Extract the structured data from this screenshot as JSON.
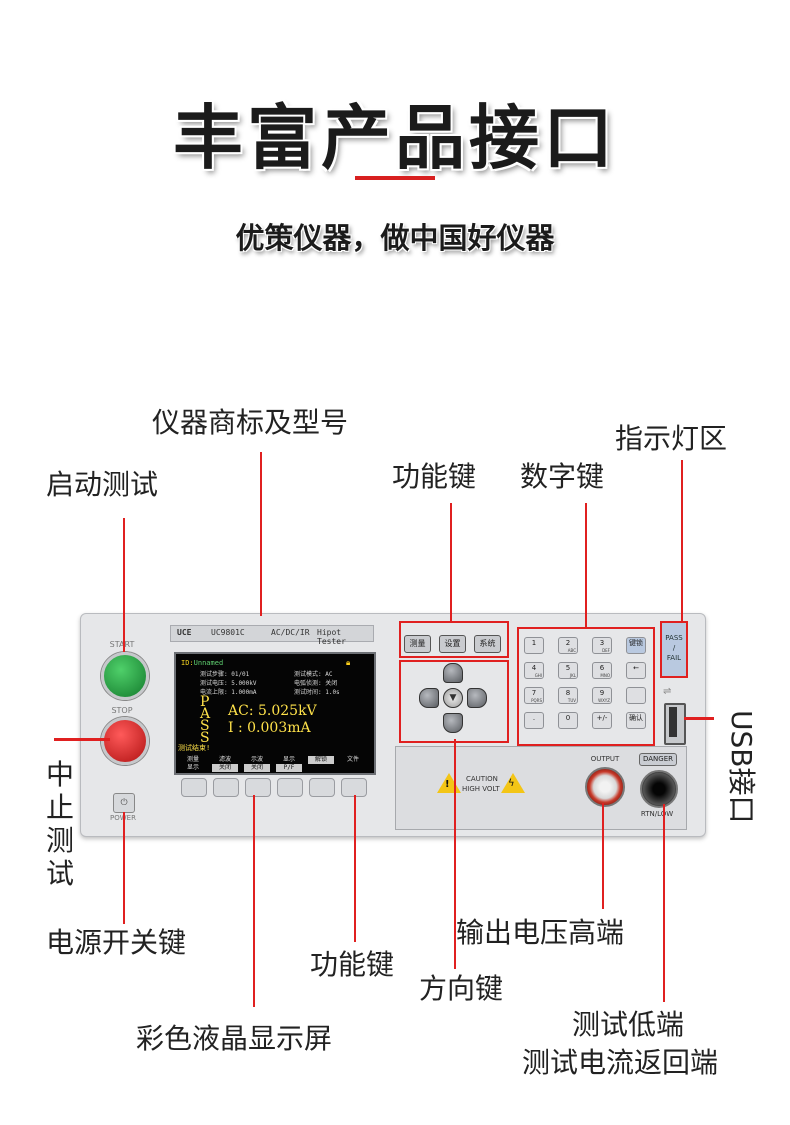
{
  "header": {
    "title": "丰富产品接口",
    "slogan": "优策仪器，做中国好仪器"
  },
  "callouts": {
    "brand_model": "仪器商标及型号",
    "start_test": "启动测试",
    "function_keys_top": "功能键",
    "numeric_keys": "数字键",
    "indicator_area": "指示灯区",
    "stop_test": "中止测试",
    "usb_port": "USB接口",
    "power_switch": "电源开关键",
    "output_high": "输出电压高端",
    "function_keys_bottom": "功能键",
    "direction_keys": "方向键",
    "low_terminal_line1": "测试低端",
    "low_terminal_line2": "测试电流返回端",
    "lcd_screen": "彩色液晶显示屏"
  },
  "device": {
    "brand": "UCE",
    "model": "UC9801C",
    "mode_tag": "AC/DC/IR",
    "product_name": "Hipot Tester",
    "start_label": "START",
    "stop_label": "STOP",
    "power_label": "POWER",
    "caution_line1": "CAUTION",
    "caution_line2": "HIGH VOLT",
    "output_label": "OUTPUT",
    "danger_label": "DANGER",
    "rtn_label": "RTN/LOW",
    "pass_label": "PASS",
    "slash": "/",
    "fail_label": "FAIL",
    "function_keys": [
      "测量",
      "设置",
      "系统"
    ],
    "numeric_keys": [
      {
        "main": "1",
        "sub": ""
      },
      {
        "main": "2",
        "sub": "ABC"
      },
      {
        "main": "3",
        "sub": "DEF"
      },
      {
        "main": "键锁",
        "sub": ""
      },
      {
        "main": "4",
        "sub": "GHI"
      },
      {
        "main": "5",
        "sub": "JKL"
      },
      {
        "main": "6",
        "sub": "MNO"
      },
      {
        "main": "←",
        "sub": ""
      },
      {
        "main": "7",
        "sub": "PQRS"
      },
      {
        "main": "8",
        "sub": "TUV"
      },
      {
        "main": "9",
        "sub": "WXYZ"
      },
      {
        "main": "",
        "sub": ""
      },
      {
        "main": ".",
        "sub": ""
      },
      {
        "main": "0",
        "sub": ""
      },
      {
        "main": "+/-",
        "sub": ""
      },
      {
        "main": "确认",
        "sub": ""
      }
    ]
  },
  "screen": {
    "id_prefix": "ID:",
    "id_value": "Unnamed",
    "step": "测试步骤: 01/01",
    "mode": "测试模式: AC",
    "voltage": "测试电压: 5.000kV",
    "arc": "电弧侦测: 关闭",
    "upper": "电流上限: 1.000mA",
    "time": "测试时间: 1.0s",
    "pass_letters": [
      "P",
      "A",
      "S",
      "S"
    ],
    "ac_reading": "AC: 5.025kV",
    "i_reading": "I : 0.003mA",
    "finished": "测试结束!",
    "softkeys": [
      {
        "top": "测量",
        "bottom": "显示"
      },
      {
        "top": "滤波",
        "bottom": "关闭"
      },
      {
        "top": "示波",
        "bottom": "关闭"
      },
      {
        "top": "显示",
        "bottom": "P/F"
      },
      {
        "top": "解锁",
        "bottom": ""
      },
      {
        "top": "文件",
        "bottom": ""
      }
    ]
  },
  "colors": {
    "accent_red": "#e02020",
    "start_green": "#1f9a3d",
    "stop_red": "#d62525",
    "screen_yellow": "#ffe24a"
  }
}
